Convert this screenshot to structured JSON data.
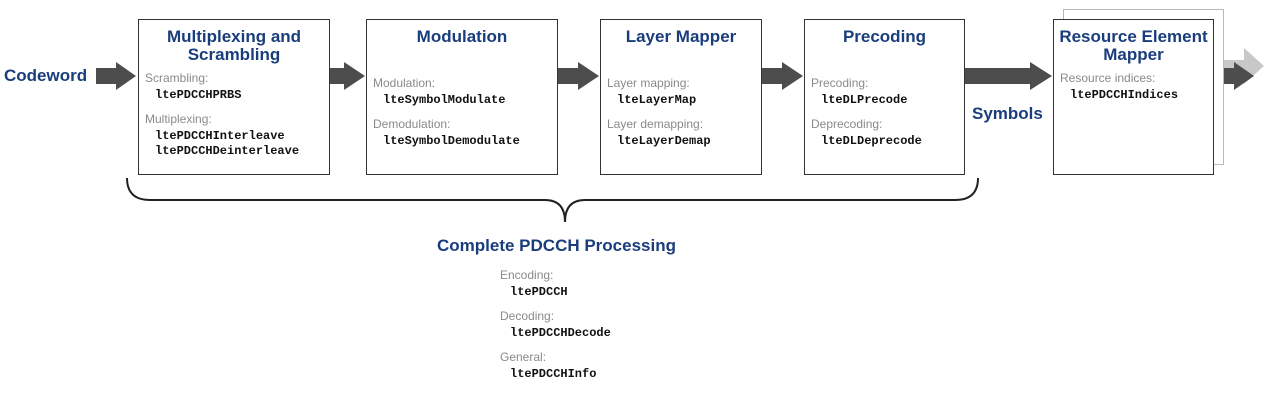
{
  "input_label": "Codeword",
  "symbols_label": "Symbols",
  "colors": {
    "title": "#1a3d7c",
    "arrow": "#4d4d4d",
    "arrow_faded": "#c8c8c8",
    "label": "#8a8a8a"
  },
  "blocks": {
    "mux": {
      "title": "Multiplexing and Scrambling",
      "sections": [
        {
          "label": "Scrambling:",
          "functions": [
            "ltePDCCHPRBS"
          ]
        },
        {
          "label": "Multiplexing:",
          "functions": [
            "ltePDCCHInterleave",
            "ltePDCCHDeinterleave"
          ]
        }
      ]
    },
    "modulation": {
      "title": "Modulation",
      "sections": [
        {
          "label": "Modulation:",
          "functions": [
            "lteSymbolModulate"
          ]
        },
        {
          "label": "Demodulation:",
          "functions": [
            "lteSymbolDemodulate"
          ]
        }
      ]
    },
    "layer": {
      "title": "Layer Mapper",
      "sections": [
        {
          "label": "Layer mapping:",
          "functions": [
            "lteLayerMap"
          ]
        },
        {
          "label": "Layer demapping:",
          "functions": [
            "lteLayerDemap"
          ]
        }
      ]
    },
    "precoding": {
      "title": "Precoding",
      "sections": [
        {
          "label": "Precoding:",
          "functions": [
            "lteDLPrecode"
          ]
        },
        {
          "label": "Deprecoding:",
          "functions": [
            "lteDLDeprecode"
          ]
        }
      ]
    },
    "resource": {
      "title": "Resource Element Mapper",
      "sections": [
        {
          "label": "Resource indices:",
          "functions": [
            "ltePDCCHIndices"
          ]
        }
      ]
    }
  },
  "complete": {
    "title": "Complete PDCCH Processing",
    "sections": [
      {
        "label": "Encoding:",
        "functions": [
          "ltePDCCH"
        ]
      },
      {
        "label": "Decoding:",
        "functions": [
          "ltePDCCHDecode"
        ]
      },
      {
        "label": "General:",
        "functions": [
          "ltePDCCHInfo"
        ]
      }
    ]
  }
}
